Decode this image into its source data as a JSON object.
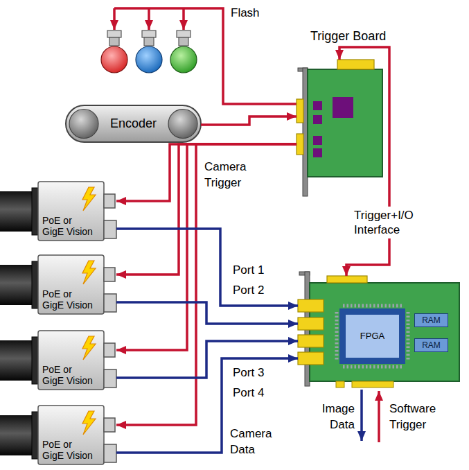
{
  "diagram": {
    "nodes": [
      {
        "text": [
          "Trigger Board"
        ]
      },
      {
        "text": [
          "Encoder"
        ]
      },
      {
        "text": [
          "PoE or GigE Vision"
        ]
      },
      {
        "text": [
          "PoE or GigE Vision"
        ]
      },
      {
        "text": [
          "PoE or GigE Vision"
        ]
      },
      {
        "text": [
          "PoE or GigE Vision"
        ]
      },
      {
        "text": []
      },
      {
        "text": [
          "FPGA"
        ],
        "in": 6
      },
      {
        "text": [
          "RAM"
        ],
        "in": 6
      },
      {
        "text": [
          "RAM"
        ],
        "in": 6
      }
    ],
    "edges": [
      {
        "from": 1,
        "to": 0,
        "arrow": "to"
      },
      {
        "from": 0,
        "to": 2,
        "arrow": "to"
      },
      {
        "from": 0,
        "to": 3,
        "arrow": "to"
      },
      {
        "from": 0,
        "to": 4,
        "arrow": "to"
      },
      {
        "from": 0,
        "to": 5,
        "arrow": "to"
      },
      {
        "from": 0,
        "to": 6,
        "arrow": "both"
      },
      {
        "from": 2,
        "to": 6,
        "arrow": "to"
      },
      {
        "from": 3,
        "to": 6,
        "arrow": "to"
      },
      {
        "from": 4,
        "to": 6,
        "arrow": "to"
      },
      {
        "from": 5,
        "to": 6,
        "arrow": "to"
      }
    ],
    "labels": [
      "Flash",
      "Camera Trigger",
      "Trigger+I/O Interface",
      "Port 1",
      "Port 2",
      "Port 3",
      "Port 4",
      "Image Data",
      "Software Trigger",
      "Camera Data"
    ]
  }
}
